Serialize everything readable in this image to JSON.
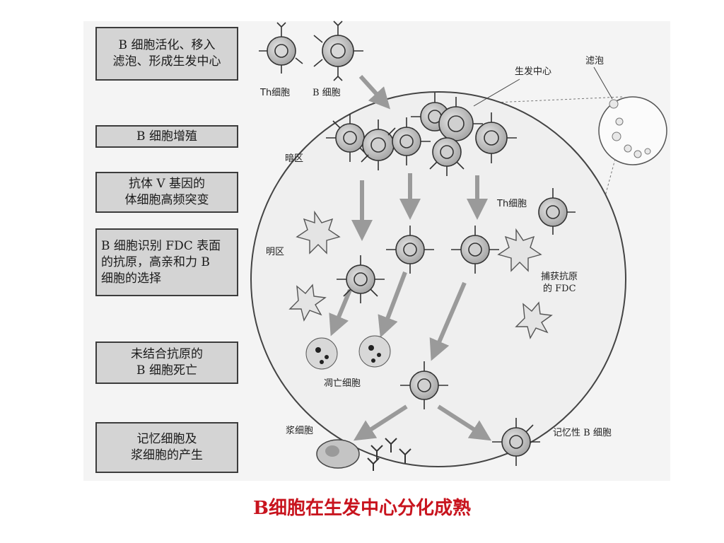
{
  "steps": [
    {
      "text": "B 细胞活化、移入\n滤泡、形成生发中心"
    },
    {
      "text": "B 细胞增殖"
    },
    {
      "text": "抗体 V 基因的\n体细胞高频突变"
    },
    {
      "text": "B 细胞识别 FDC 表面\n的抗原，高亲和力 B\n细胞的选择"
    },
    {
      "text": "未结合抗原的\nB 细胞死亡"
    },
    {
      "text": "记忆细胞及\n浆细胞的产生"
    }
  ],
  "labels": {
    "th_cell": "Th细胞",
    "b_cell": "B 细胞",
    "germinal_center": "生发中心",
    "follicle": "滤泡",
    "dark_zone": "暗区",
    "light_zone": "明区",
    "th_cell_inner": "Th细胞",
    "fdc_line1": "捕获抗原",
    "fdc_line2": "的 FDC",
    "apoptotic": "凋亡细胞",
    "plasma": "浆细胞",
    "memory": "记忆性 B 细胞"
  },
  "caption": "B细胞在生发中心分化成熟",
  "colors": {
    "caption": "#c8141e",
    "box_fill": "#d4d4d4",
    "cell_fill": "#bdbdbd",
    "arrow": "#9a9a9a"
  }
}
